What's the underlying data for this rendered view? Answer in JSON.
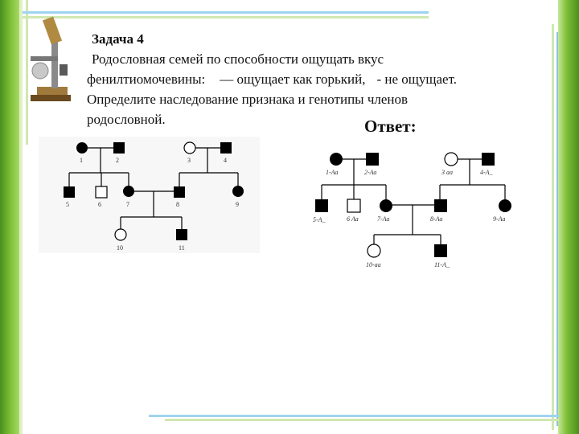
{
  "task": {
    "title": "Задача 4",
    "line1": "Родословная семей по способности ощущать вкус",
    "line2_a": "фенилтиомочевины:",
    "line2_b": "— ощущает как горький,",
    "line2_c": "- не ощущает.",
    "line3": "Определите наследование признака и генотипы членов",
    "line4": "родословной."
  },
  "answer_label": "Ответ:",
  "pedigree_left": {
    "labels": [
      "1",
      "2",
      "3",
      "4",
      "5",
      "6",
      "7",
      "8",
      "9",
      "10",
      "11"
    ]
  },
  "pedigree_right": {
    "labels": [
      "1-Аа",
      "2-Аа",
      "3 аа",
      "4-А_",
      "5-А_",
      "6 Аа",
      "7-Аа",
      "8-Аа",
      "9-Аа",
      "10-аа",
      "11-А_"
    ]
  },
  "colors": {
    "accent_green": "#6fb52c",
    "accent_blue": "#9fd4ef"
  }
}
